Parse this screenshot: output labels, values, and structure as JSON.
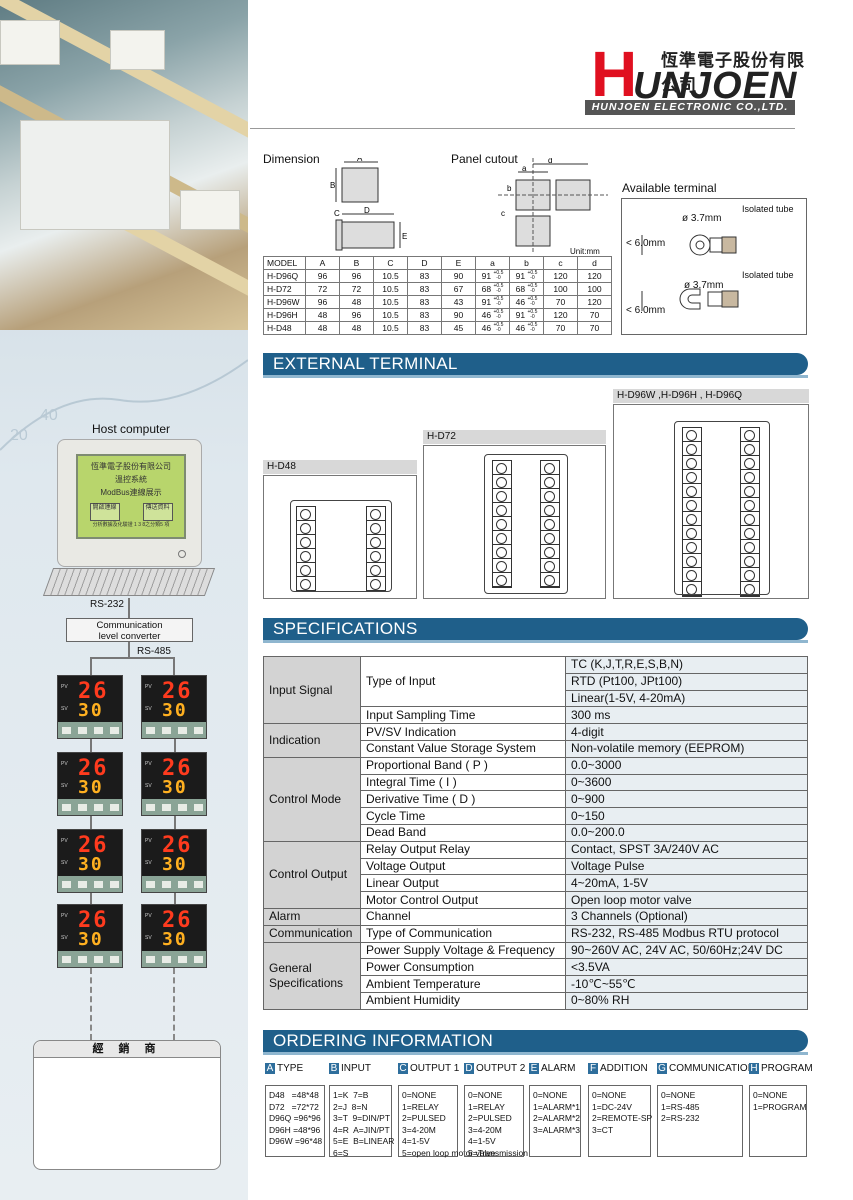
{
  "brand": {
    "cn": "恆準電子股份有限公司",
    "logo_letter": "H",
    "en": "UNJOEN",
    "sub": "HUNJOEN ELECTRONIC CO.,LTD."
  },
  "left": {
    "host": "Host computer",
    "screen_lines": [
      "恆準電子股份有限公司",
      "溫控系統",
      "ModBus連線展示"
    ],
    "screen_btns": [
      "開啟連線",
      "傳送資料"
    ],
    "screen_foot": "分析數據及化驗證 1 3 8之分類5 項",
    "rs232": "RS-232",
    "converter": [
      "Communication",
      "level  converter"
    ],
    "rs485": "RS-485",
    "pv": "26",
    "sv": "30",
    "pv_tag": "PV",
    "sv_tag": "SV",
    "dealer": "經 銷 商"
  },
  "dimension": {
    "title": "Dimension",
    "panel": "Panel cutout",
    "unit": "Unit:mm",
    "available": "Available terminal",
    "labels": {
      "A": "A",
      "B": "B",
      "C": "C",
      "D": "D",
      "E": "E",
      "a": "a",
      "b": "b",
      "c": "c",
      "d": "d"
    },
    "terminal": {
      "dia": "ø 3.7mm",
      "len": "< 6.0mm",
      "tube": "Isolated tube"
    },
    "headers": [
      "MODEL",
      "A",
      "B",
      "C",
      "D",
      "E",
      "a",
      "b",
      "c",
      "d"
    ],
    "rows": [
      [
        "H-D96Q",
        "96",
        "96",
        "10.5",
        "83",
        "90",
        "91",
        "91",
        "120",
        "120"
      ],
      [
        "H-D72",
        "72",
        "72",
        "10.5",
        "83",
        "67",
        "68",
        "68",
        "100",
        "100"
      ],
      [
        "H-D96W",
        "96",
        "48",
        "10.5",
        "83",
        "43",
        "91",
        "46",
        "70",
        "120"
      ],
      [
        "H-D96H",
        "48",
        "96",
        "10.5",
        "83",
        "90",
        "46",
        "91",
        "120",
        "70"
      ],
      [
        "H-D48",
        "48",
        "48",
        "10.5",
        "83",
        "45",
        "46",
        "46",
        "70",
        "70"
      ]
    ],
    "tol_top": "+0.5",
    "tol_bot": "-0"
  },
  "external": {
    "title": "EXTERNAL TERMINAL",
    "d48": "H-D48",
    "d72": "H-D72",
    "d96": "H-D96W ,H-D96H , H-D96Q"
  },
  "spec": {
    "title": "SPECIFICATIONS",
    "rows": [
      [
        "Input Signal",
        "Type of Input",
        "TC (K,J,T,R,E,S,B,N)"
      ],
      [
        "",
        "",
        "RTD (Pt100, JPt100)"
      ],
      [
        "",
        "",
        "Linear(1-5V, 4-20mA)"
      ],
      [
        "",
        "Input Sampling Time",
        "300 ms"
      ],
      [
        "Indication",
        "PV/SV Indication",
        "4-digit"
      ],
      [
        "",
        "Constant Value Storage System",
        "Non-volatile memory (EEPROM)"
      ],
      [
        "Control Mode",
        "Proportional Band ( P )",
        "0.0~3000"
      ],
      [
        "",
        "Integral Time ( I )",
        "0~3600"
      ],
      [
        "",
        "Derivative Time ( D )",
        "0~900"
      ],
      [
        "",
        "Cycle Time",
        "0~150"
      ],
      [
        "",
        "Dead Band",
        "0.0~200.0"
      ],
      [
        "Control Output",
        "Relay Output Relay",
        "Contact, SPST 3A/240V AC"
      ],
      [
        "",
        "Voltage Output",
        "Voltage Pulse"
      ],
      [
        "",
        "Linear Output",
        "4~20mA, 1-5V"
      ],
      [
        "",
        "Motor Control Output",
        "Open loop motor valve"
      ],
      [
        "Alarm",
        "Channel",
        "3 Channels (Optional)"
      ],
      [
        "Communication",
        "Type of Communication",
        "RS-232, RS-485 Modbus RTU protocol"
      ],
      [
        "General Specifications",
        "Power Supply Voltage & Frequency",
        "90~260V AC, 24V AC, 50/60Hz;24V DC"
      ],
      [
        "",
        "Power Consumption",
        "<3.5VA"
      ],
      [
        "",
        "Ambient Temperature",
        "-10℃~55℃"
      ],
      [
        "",
        "Ambient Humidity",
        "0~80% RH"
      ]
    ]
  },
  "ordering": {
    "title": "ORDERING  INFORMATION",
    "cols": [
      {
        "k": "A",
        "h": "TYPE",
        "body": "D48   =48*48\nD72   =72*72\nD96Q =96*96\nD96H =48*96\nD96W =96*48"
      },
      {
        "k": "B",
        "h": "INPUT",
        "body": "1=K  7=B\n2=J  8=N\n3=T  9=DIN/PT\n4=R  A=JIN/PT\n5=E  B=LINEAR\n6=S"
      },
      {
        "k": "C",
        "h": "OUTPUT 1",
        "body": "0=NONE\n1=RELAY\n2=PULSED\n3=4-20M\n4=1-5V\n5=open loop motor valve"
      },
      {
        "k": "D",
        "h": "OUTPUT 2",
        "body": "0=NONE\n1=RELAY\n2=PULSED\n3=4-20M\n4=1-5V\n5=Transmission"
      },
      {
        "k": "E",
        "h": "ALARM",
        "body": "0=NONE\n1=ALARM*1\n2=ALARM*2\n3=ALARM*3"
      },
      {
        "k": "F",
        "h": "ADDITION",
        "body": "0=NONE\n1=DC-24V\n2=REMOTE-SP\n3=CT"
      },
      {
        "k": "G",
        "h": "COMMUNICATION",
        "body": "0=NONE\n1=RS-485\n2=RS-232"
      },
      {
        "k": "H",
        "h": "PROGRAM",
        "body": "0=NONE\n1=PROGRAM"
      }
    ]
  }
}
